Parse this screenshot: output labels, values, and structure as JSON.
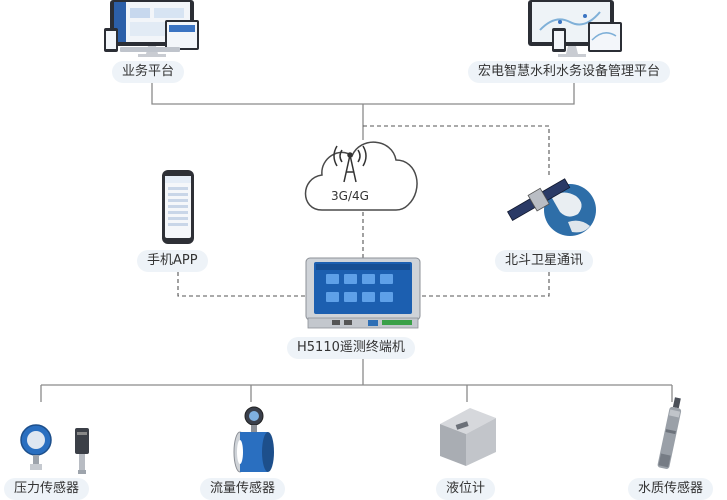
{
  "nodes": {
    "business_platform": "业务平台",
    "hydro_platform": "宏电智慧水利水务设备管理平台",
    "network": "3G/4G",
    "mobile_app": "手机APP",
    "beidou": "北斗卫星通讯",
    "terminal": "H5110遥测终端机",
    "pressure_sensor": "压力传感器",
    "flow_sensor": "流量传感器",
    "level_meter": "液位计",
    "water_quality_sensor": "水质传感器"
  },
  "colors": {
    "line": "#8a8a8a",
    "dashed": "#555555",
    "pill_bg": "#eef3f8",
    "device_dark": "#3a3f4a",
    "screen_blue": "#1c5fb0",
    "sensor_blue": "#2a6fc0"
  }
}
